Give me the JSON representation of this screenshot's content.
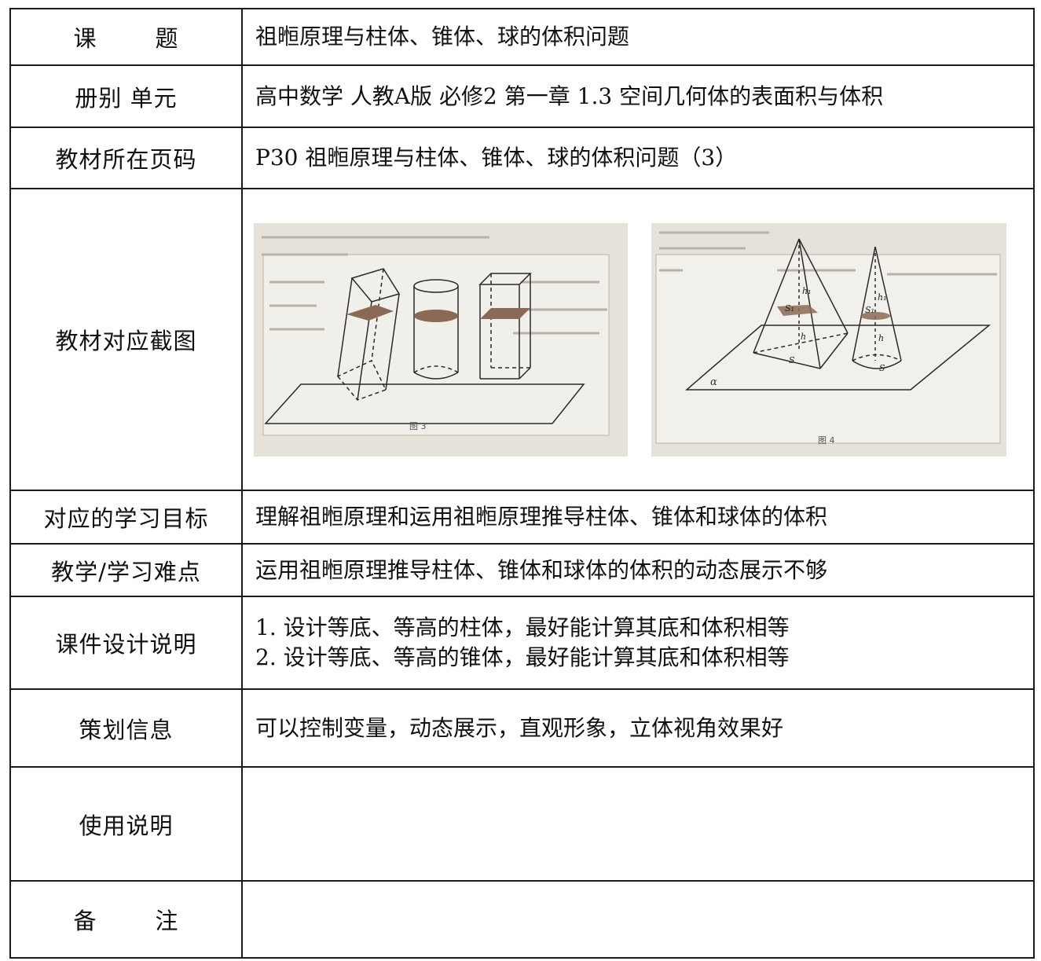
{
  "rows": {
    "topic": {
      "label_a": "课",
      "label_b": "题",
      "value": "祖暅原理与柱体、锥体、球的体积问题"
    },
    "volume": {
      "label": "册别 单元",
      "value": "高中数学 人教A版 必修2  第一章 1.3 空间几何体的表面积与体积"
    },
    "page": {
      "label": "教材所在页码",
      "value": "P30 祖暅原理与柱体、锥体、球的体积问题（3）"
    },
    "screenshot": {
      "label": "教材对应截图",
      "fig3": {
        "caption": "图 3"
      },
      "fig4": {
        "caption": "图 4",
        "alpha": "α",
        "s1": "S₁",
        "h1": "h₁",
        "h": "h",
        "s": "S"
      }
    },
    "goal": {
      "label": "对应的学习目标",
      "value": "理解祖暅原理和运用祖暅原理推导柱体、锥体和球体的体积"
    },
    "difficulty": {
      "label": "教学/学习难点",
      "value": "运用祖暅原理推导柱体、锥体和球体的体积的动态展示不够"
    },
    "design": {
      "label": "课件设计说明",
      "items": [
        "1. 设计等底、等高的柱体，最好能计算其底和体积相等",
        "2. 设计等底、等高的锥体，最好能计算其底和体积相等"
      ]
    },
    "planning": {
      "label": "策划信息",
      "value": "可以控制变量，动态展示，直观形象，立体视角效果好"
    },
    "usage": {
      "label": "使用说明",
      "value": ""
    },
    "remark": {
      "label_a": "备",
      "label_b": "注",
      "value": ""
    }
  },
  "colors": {
    "paper": "#e9e6df",
    "section_fill": "#8b6a55",
    "border": "#1a1a1a"
  }
}
